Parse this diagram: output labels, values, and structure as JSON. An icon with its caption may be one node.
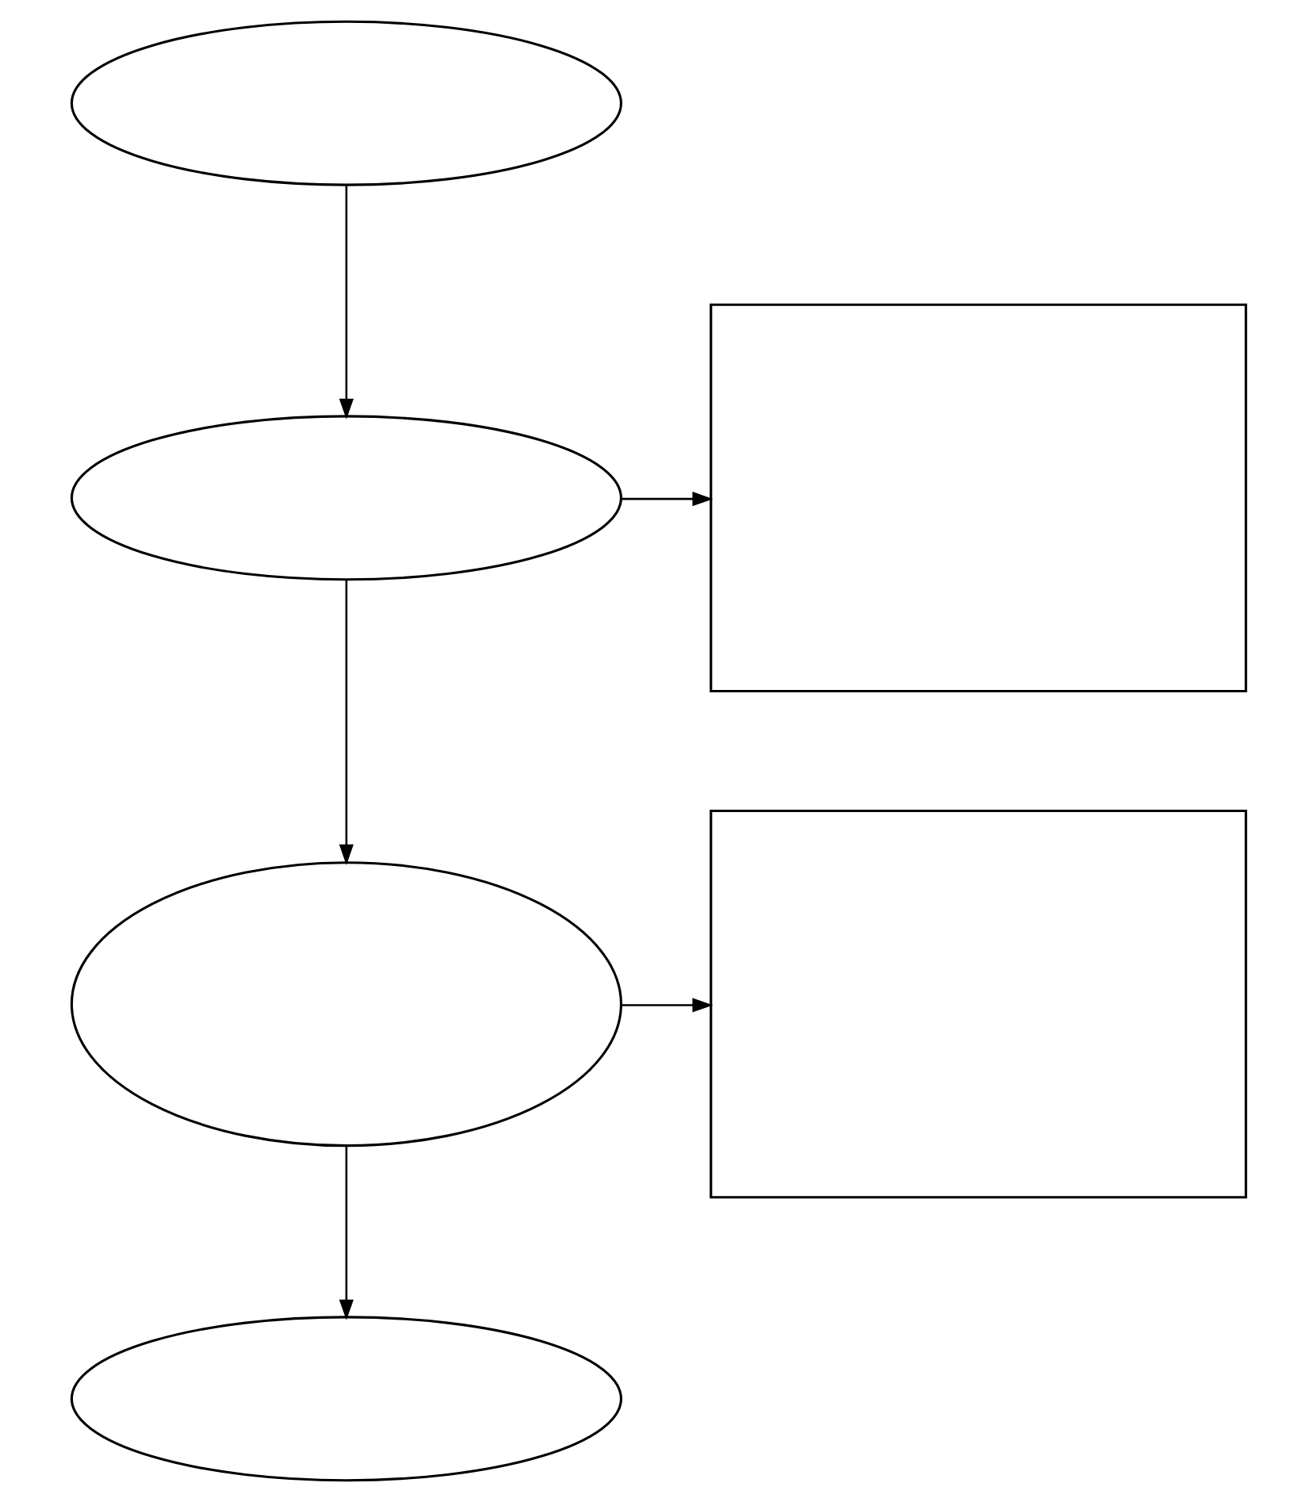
{
  "diagram": {
    "nodes": [
      {
        "text": [],
        "shape": "ellipse"
      },
      {
        "text": [],
        "shape": "ellipse"
      },
      {
        "text": [],
        "shape": "box"
      },
      {
        "text": [],
        "shape": "ellipse"
      },
      {
        "text": [],
        "shape": "box"
      },
      {
        "text": [],
        "shape": "ellipse"
      }
    ],
    "edges": [
      {
        "from": 0,
        "to": 1,
        "arrow": "to"
      },
      {
        "from": 1,
        "to": 2,
        "arrow": "to"
      },
      {
        "from": 1,
        "to": 3,
        "arrow": "to"
      },
      {
        "from": 3,
        "to": 4,
        "arrow": "to"
      },
      {
        "from": 3,
        "to": 5,
        "arrow": "to"
      }
    ]
  }
}
